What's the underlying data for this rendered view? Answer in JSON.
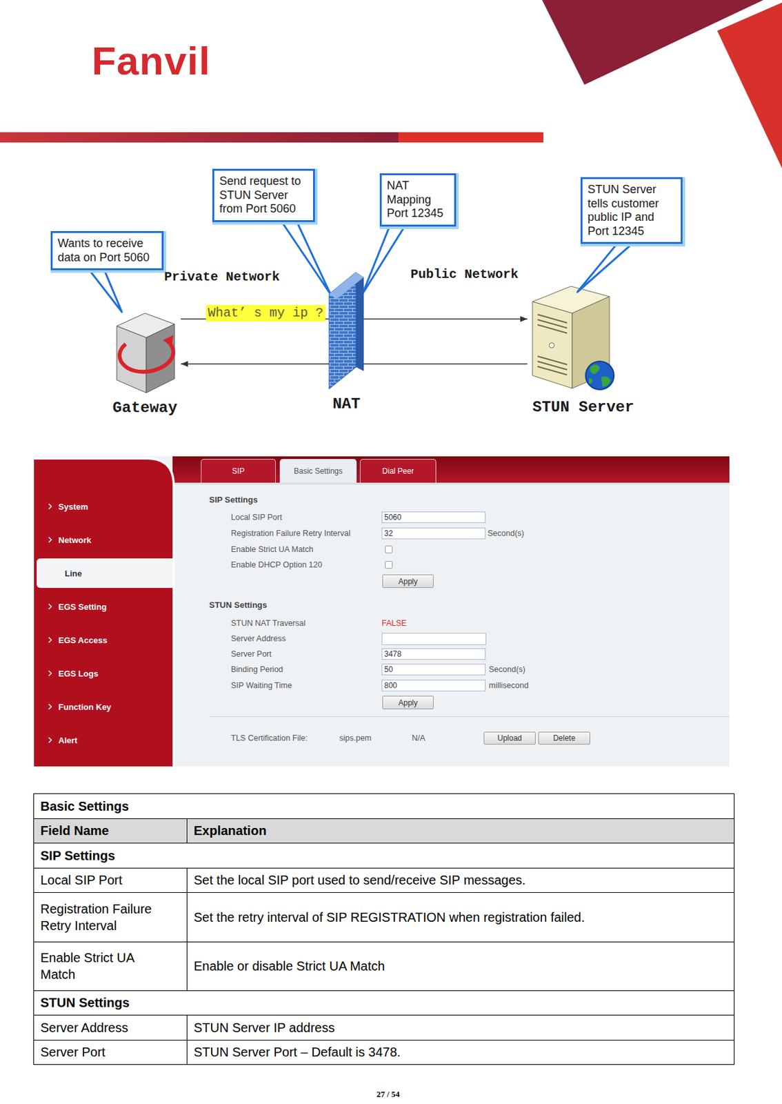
{
  "diagram": {
    "nodes": [
      {
        "text": [
          "Wants to receive data on Port 5060"
        ]
      },
      {
        "text": [
          "Send request to STUN Server from Port 5060"
        ]
      },
      {
        "text": [
          "NAT Mapping Port 12345"
        ]
      },
      {
        "text": [
          "STUN Server tells customer public IP and Port 12345"
        ]
      },
      {
        "text": [
          "Gateway"
        ]
      },
      {
        "text": [
          "NAT"
        ]
      },
      {
        "text": [
          "STUN Server"
        ]
      },
      {
        "text": [
          "SIP"
        ]
      },
      {
        "text": [
          "Basic Settings"
        ]
      },
      {
        "text": [
          "Dial Peer"
        ]
      },
      {
        "text": [
          "Line"
        ]
      },
      {
        "text": [
          "5060"
        ]
      },
      {
        "text": [
          "32"
        ]
      },
      {
        "text": [
          "Apply"
        ]
      },
      {
        "text": [
          "3478"
        ]
      },
      {
        "text": [
          "50"
        ]
      },
      {
        "text": [
          "800"
        ]
      },
      {
        "text": [
          "Apply"
        ]
      },
      {
        "text": [
          "Upload"
        ]
      },
      {
        "text": [
          "Delete"
        ]
      }
    ],
    "edges": [
      {
        "from": 4,
        "to": 6,
        "arrow": "to",
        "label": "What’ s my ip ?"
      },
      {
        "from": 6,
        "to": 4,
        "arrow": "to"
      }
    ],
    "labels": [
      "Fanvil",
      "Private Network",
      "Public Network",
      "System",
      "Network",
      "EGS Setting",
      "EGS Access",
      "EGS Logs",
      "Function Key",
      "Alert",
      "SIP Settings",
      "Local SIP Port",
      "Registration Failure Retry Interval",
      "Second(s)",
      "Enable Strict UA Match",
      "Enable DHCP Option 120",
      "STUN Settings",
      "STUN NAT Traversal",
      "FALSE",
      "Server Address",
      "Server Port",
      "Binding Period",
      "Second(s)",
      "SIP Waiting Time",
      "millisecond",
      "TLS Certification File:",
      "sips.pem",
      "N/A",
      "Basic Settings",
      "Field Name",
      "Explanation",
      "SIP Settings",
      "Local SIP Port",
      "Set the local SIP port used to send/receive SIP messages.",
      "Registration Failure Retry Interval",
      "Set the retry interval of SIP REGISTRATION when registration failed.",
      "Enable Strict UA Match",
      "Enable or disable Strict UA Match",
      "STUN Settings",
      "Server Address",
      "STUN Server IP address",
      "Server Port",
      "STUN Server Port – Default is 3478.",
      "27 / 54"
    ]
  }
}
